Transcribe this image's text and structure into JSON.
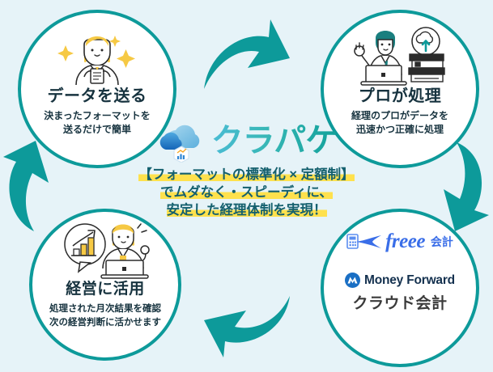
{
  "background_color": "#e6f3f8",
  "accent_color": "#0d9a9a",
  "highlight_color": "#ffe14d",
  "steps": [
    {
      "id": "send-data",
      "title": "データを送る",
      "sub_line1": "決まったフォーマットを",
      "sub_line2": "送るだけで簡単",
      "icon": "woman-holding-document-icon"
    },
    {
      "id": "pro-processes",
      "title": "プロが処理",
      "sub_line1": "経理のプロがデータを",
      "sub_line2": "迅速かつ正確に処理",
      "icon": "accountant-laptop-cloud-upload-icon"
    },
    {
      "id": "use-for-management",
      "title": "経営に活用",
      "sub_line1": "処理された月次結果を確認",
      "sub_line2": "次の経営判断に活かせます",
      "icon": "woman-laptop-growth-chart-icon"
    }
  ],
  "brand": {
    "logo_icon": "cloud-analytics-icon",
    "name": "クラパケ"
  },
  "tagline": {
    "line1": "【フォーマットの標準化 × 定額制】",
    "line2": "でムダなく・スピーディに、",
    "line3": "安定した経理体制を実現！"
  },
  "partners": {
    "freee": {
      "icon": "freee-calculator-bird-icon",
      "word": "freee",
      "suffix": "会計"
    },
    "money_forward": {
      "icon": "money-forward-mark-icon",
      "word": "Money Forward",
      "sub": "クラウド会計"
    }
  },
  "arrows": [
    {
      "id": "arrow-top",
      "direction": "right"
    },
    {
      "id": "arrow-right",
      "direction": "down"
    },
    {
      "id": "arrow-bottom",
      "direction": "left"
    },
    {
      "id": "arrow-left",
      "direction": "up"
    }
  ]
}
